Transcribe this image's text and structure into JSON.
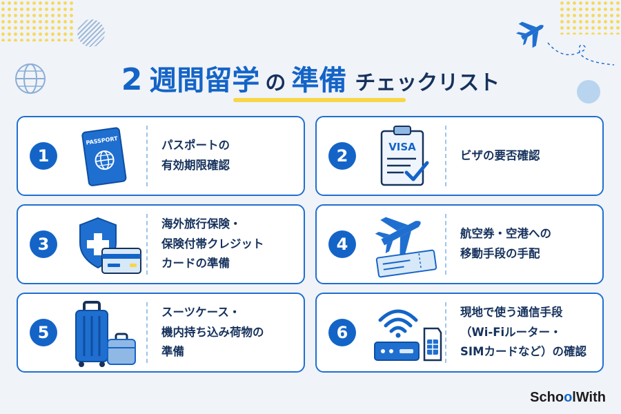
{
  "title": {
    "number": "2",
    "part_a": "週間留学",
    "part_no": "の",
    "part_b": "準備",
    "part_c": "チェックリスト"
  },
  "cards": [
    {
      "num": "1",
      "lines": [
        "パスポートの",
        "有効期限確認"
      ],
      "icon": "passport-icon",
      "icon_label": "PASSPORT"
    },
    {
      "num": "2",
      "lines": [
        "ビザの要否確認"
      ],
      "icon": "visa-clipboard-icon",
      "icon_label": "VISA"
    },
    {
      "num": "3",
      "lines": [
        "海外旅行保険・",
        "保険付帯クレジット",
        "カードの準備"
      ],
      "icon": "insurance-card-icon"
    },
    {
      "num": "4",
      "lines": [
        "航空券・空港への",
        "移動手段の手配"
      ],
      "icon": "plane-ticket-icon"
    },
    {
      "num": "5",
      "lines": [
        "スーツケース・",
        "機内持ち込み荷物の",
        "準備"
      ],
      "icon": "luggage-icon"
    },
    {
      "num": "6",
      "lines": [
        "現地で使う通信手段",
        "（Wi-Fiルーター・",
        "SIMカードなど）の確認"
      ],
      "icon": "wifi-sim-icon"
    }
  ],
  "brand": {
    "pre": "Scho",
    "o": "o",
    "post": "lWith"
  },
  "colors": {
    "primary": "#1464c8",
    "navy": "#16325c",
    "accent": "#f7d64a",
    "background": "#f0f4f8"
  }
}
